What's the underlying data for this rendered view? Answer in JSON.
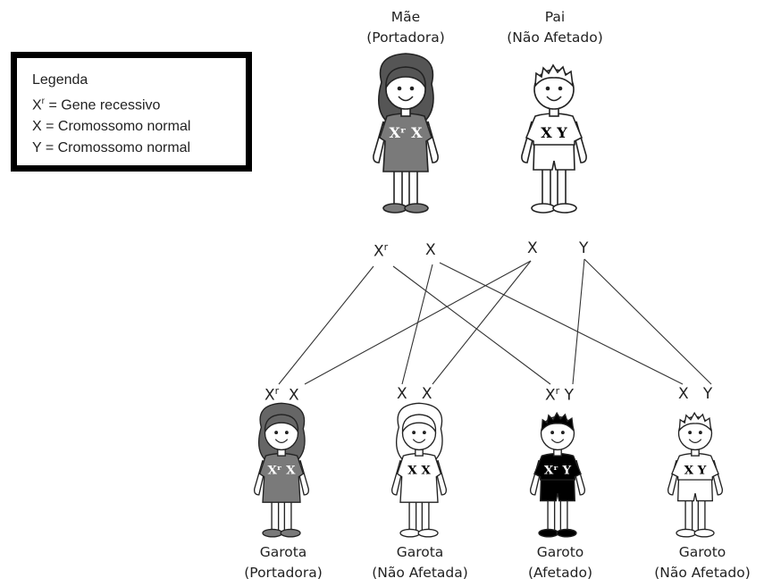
{
  "legend": {
    "title": "Legenda",
    "items": [
      {
        "symbol": "X",
        "sup": "r",
        "text": " = Gene recessivo"
      },
      {
        "symbol": "X",
        "sup": "",
        "text": " = Cromossomo normal"
      },
      {
        "symbol": "Y",
        "sup": "",
        "text": " = Cromossomo normal"
      }
    ]
  },
  "parents": {
    "mother": {
      "name": "Mãe",
      "status": "(Portadora)",
      "shirt": "Xʳ X",
      "alleles": [
        {
          "base": "X",
          "sup": "r"
        },
        {
          "base": "X",
          "sup": ""
        }
      ]
    },
    "father": {
      "name": "Pai",
      "status": "(Não Afetado)",
      "shirt": "X Y",
      "alleles": [
        {
          "base": "X",
          "sup": ""
        },
        {
          "base": "Y",
          "sup": ""
        }
      ]
    }
  },
  "children": [
    {
      "name": "Garota",
      "status": "(Portadora)",
      "shirt": "Xʳ X",
      "alleles": [
        {
          "base": "X",
          "sup": "r"
        },
        {
          "base": "X",
          "sup": ""
        }
      ]
    },
    {
      "name": "Garota",
      "status": "(Não Afetada)",
      "shirt": "X X",
      "alleles": [
        {
          "base": "X",
          "sup": ""
        },
        {
          "base": "X",
          "sup": ""
        }
      ]
    },
    {
      "name": "Garoto",
      "status": "(Afetado)",
      "shirt": "Xʳ Y",
      "alleles": [
        {
          "base": "X",
          "sup": "r"
        },
        {
          "base": "Y",
          "sup": ""
        }
      ]
    },
    {
      "name": "Garoto",
      "status": "(Não Afetado)",
      "shirt": "X Y",
      "alleles": [
        {
          "base": "X",
          "sup": ""
        },
        {
          "base": "Y",
          "sup": ""
        }
      ]
    }
  ],
  "colors": {
    "carrier": "#7a7a7a",
    "affected": "#000000",
    "unaffected": "#ffffff",
    "outline": "#222222",
    "lines": "#333333"
  }
}
